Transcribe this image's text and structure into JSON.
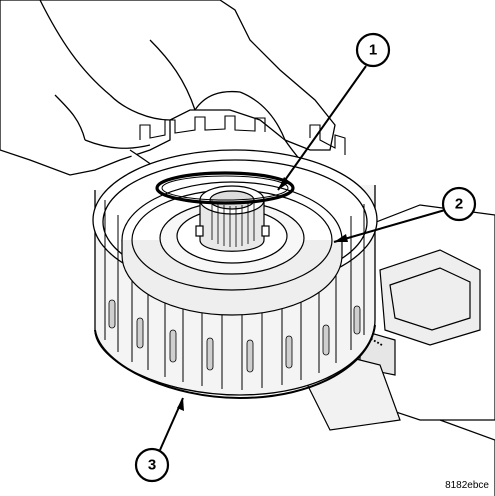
{
  "callouts": [
    {
      "label": "1"
    },
    {
      "label": "2"
    },
    {
      "label": "3"
    }
  ],
  "figure_code": "8182ebce",
  "colors": {
    "line": "#000000",
    "background": "#ffffff",
    "shade": "#d9d9d9"
  }
}
